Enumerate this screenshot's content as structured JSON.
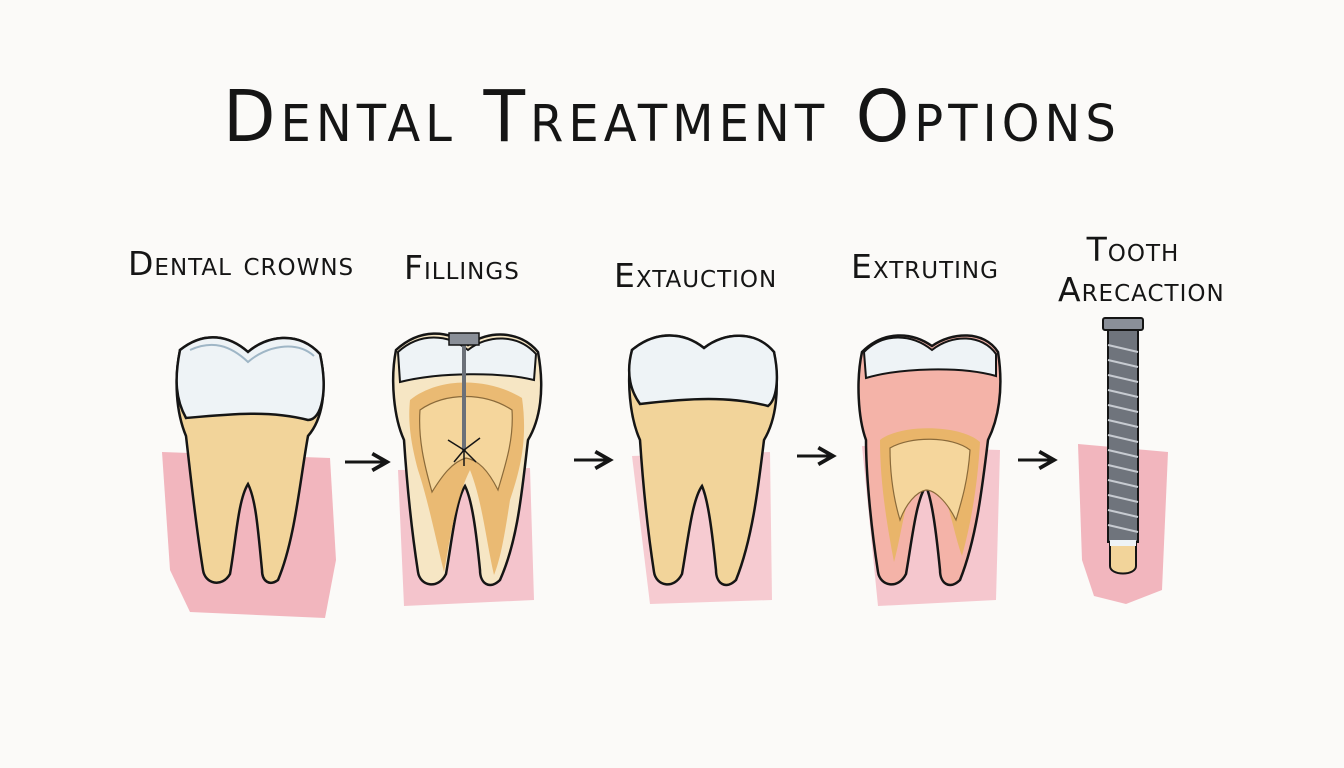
{
  "title": "Dental Treatment Options",
  "stages": [
    {
      "label": "Dental crowns"
    },
    {
      "label": "Fillings"
    },
    {
      "label": "Extauction"
    },
    {
      "label": "Extruting"
    },
    {
      "label_line1": "Tooth",
      "label_line2": "Arecaction"
    }
  ],
  "colors": {
    "enamel": "#eef3f6",
    "dentin": "#f2d49a",
    "gum": "#f0a9b4",
    "pulp_red": "#f4b3a8",
    "implant": "#8a8f98",
    "ink": "#151515"
  }
}
